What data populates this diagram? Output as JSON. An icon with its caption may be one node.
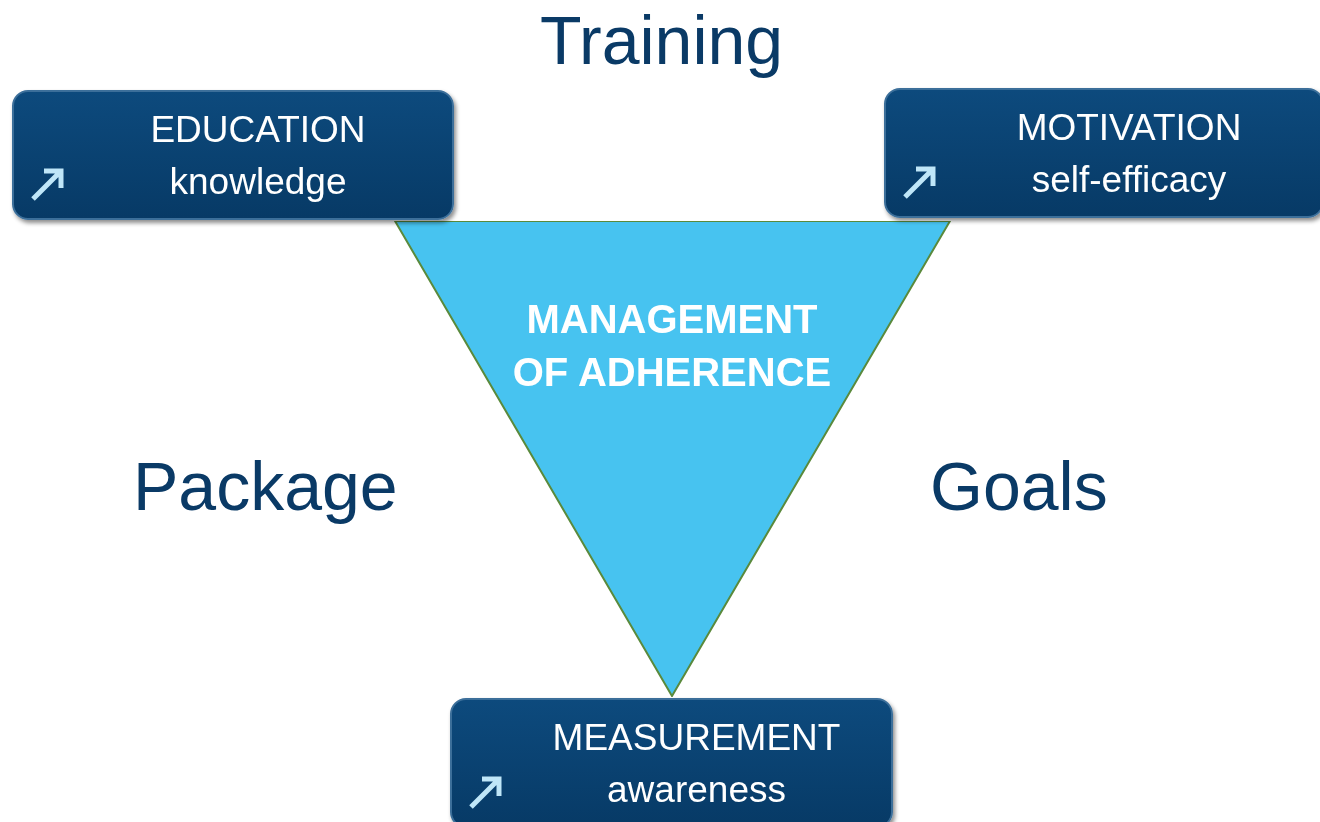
{
  "diagram": {
    "nodes": [
      {
        "text": [
          "EDUCATION",
          "knowledge"
        ]
      },
      {
        "text": [
          "MOTIVATION",
          "self-efficacy"
        ]
      },
      {
        "text": [
          "MANAGEMENT OF ADHERENCE"
        ]
      },
      {
        "text": [
          "MEASUREMENT",
          "awareness"
        ]
      }
    ],
    "labels": [
      "Training",
      "Package",
      "Goals"
    ]
  }
}
